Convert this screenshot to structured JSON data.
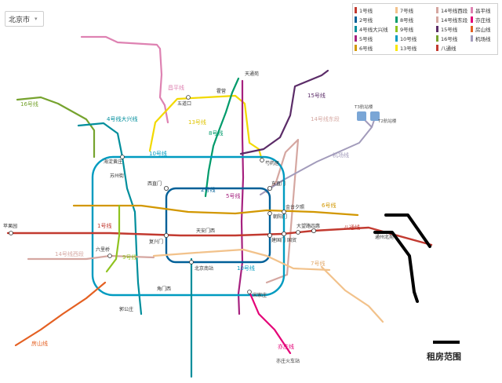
{
  "city": {
    "name": "北京市",
    "chevron_icon": "chevron-down-icon"
  },
  "legend": [
    {
      "name": "1号线",
      "color": "#c23a30"
    },
    {
      "name": "7号线",
      "color": "#f2c28b"
    },
    {
      "name": "14号线西段",
      "color": "#d5a7a1"
    },
    {
      "name": "昌平线",
      "color": "#de82b2"
    },
    {
      "name": "2号线",
      "color": "#006098"
    },
    {
      "name": "8号线",
      "color": "#009b6b"
    },
    {
      "name": "14号线东段",
      "color": "#d5a7a1"
    },
    {
      "name": "亦庄线",
      "color": "#e40077"
    },
    {
      "name": "4号线大兴线",
      "color": "#008e9c"
    },
    {
      "name": "9号线",
      "color": "#8fc31f"
    },
    {
      "name": "15号线",
      "color": "#5b2c68"
    },
    {
      "name": "房山线",
      "color": "#e46022"
    },
    {
      "name": "5号线",
      "color": "#a6217f"
    },
    {
      "name": "10号线",
      "color": "#009bc0"
    },
    {
      "name": "16号线",
      "color": "#76a32e"
    },
    {
      "name": "机场线",
      "color": "#a29bbb"
    },
    {
      "name": "6号线",
      "color": "#d29700"
    },
    {
      "name": "13号线",
      "color": "#f9e700"
    },
    {
      "name": "八通线",
      "color": "#c23a30"
    }
  ],
  "line_labels": {
    "changping": "昌平线",
    "line13": "13号线",
    "line8": "8号线",
    "line15": "15号线",
    "line14e": "14号线东段",
    "airport": "机场线",
    "t3": "T3航站楼",
    "t2": "T2航站楼",
    "line16": "16号线",
    "line4dx": "4号线大兴线",
    "line10": "10号线",
    "line6": "6号线",
    "line1": "1号线",
    "batong": "八通线",
    "line14w": "14号线西段",
    "line9": "9号线",
    "line7": "7号线",
    "fangshan": "房山线",
    "yizhuang": "亦庄线",
    "line5": "5号线",
    "line2": "2号线",
    "line10b": "10号线"
  },
  "stations": {
    "xizhimen": "西直门",
    "dongzhimen": "东直门",
    "jianguomen": "建国门",
    "fuxingmen": "复兴门",
    "guomao": "国贸",
    "sihui": "四惠",
    "tongzhou": "通州北苑",
    "huoying": "霍营",
    "wudaokou": "五道口",
    "haidian": "海淀黄庄",
    "beijingnan": "北京南站",
    "songjiazhuang": "宋家庄",
    "liuliqiao": "六里桥",
    "pingguoyuan": "苹果园",
    "tiantongyuan": "天通苑",
    "yizhuanghuochezhan": "亦庄火车站",
    "jiaomen": "角门西",
    "tiananmen": "天安门西",
    "dawanglu": "大望路",
    "jintaixizhao": "金台夕照",
    "guogongzhuang": "郭公庄",
    "suzhoujie": "苏州街",
    "chaoyangmen": "朝阳门",
    "shaoyaoju": "芍药居"
  },
  "rental_label": "租房范围"
}
